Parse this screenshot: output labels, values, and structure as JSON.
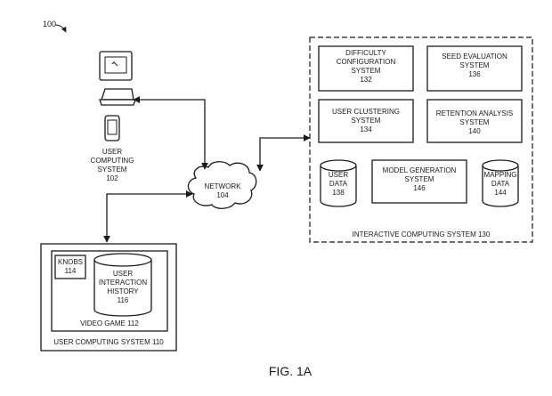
{
  "figure_ref": "100",
  "figure_caption": "FIG. 1A",
  "user_computing_system_102": [
    "USER",
    "COMPUTING",
    "SYSTEM",
    "102"
  ],
  "network": [
    "NETWORK",
    "104"
  ],
  "interactive_system": {
    "label": "INTERACTIVE COMPUTING SYSTEM 130",
    "difficulty": [
      "DIFFICULTY",
      "CONFIGURATION",
      "SYSTEM",
      "132"
    ],
    "seed_eval": [
      "SEED EVALUATION",
      "SYSTEM",
      "136"
    ],
    "user_clustering": [
      "USER CLUSTERING",
      "SYSTEM",
      "134"
    ],
    "retention": [
      "RETENTION ANALYSIS",
      "SYSTEM",
      "140"
    ],
    "user_data": [
      "USER",
      "DATA",
      "138"
    ],
    "model_gen": [
      "MODEL GENERATION",
      "SYSTEM",
      "146"
    ],
    "mapping_data": [
      "MAPPING",
      "DATA",
      "144"
    ]
  },
  "user_computing_system_110": {
    "label": "USER COMPUTING SYSTEM 110",
    "video_game": "VIDEO GAME 112",
    "knobs": [
      "KNOBS",
      "114"
    ],
    "history": [
      "USER",
      "INTERACTION",
      "HISTORY",
      "116"
    ]
  }
}
